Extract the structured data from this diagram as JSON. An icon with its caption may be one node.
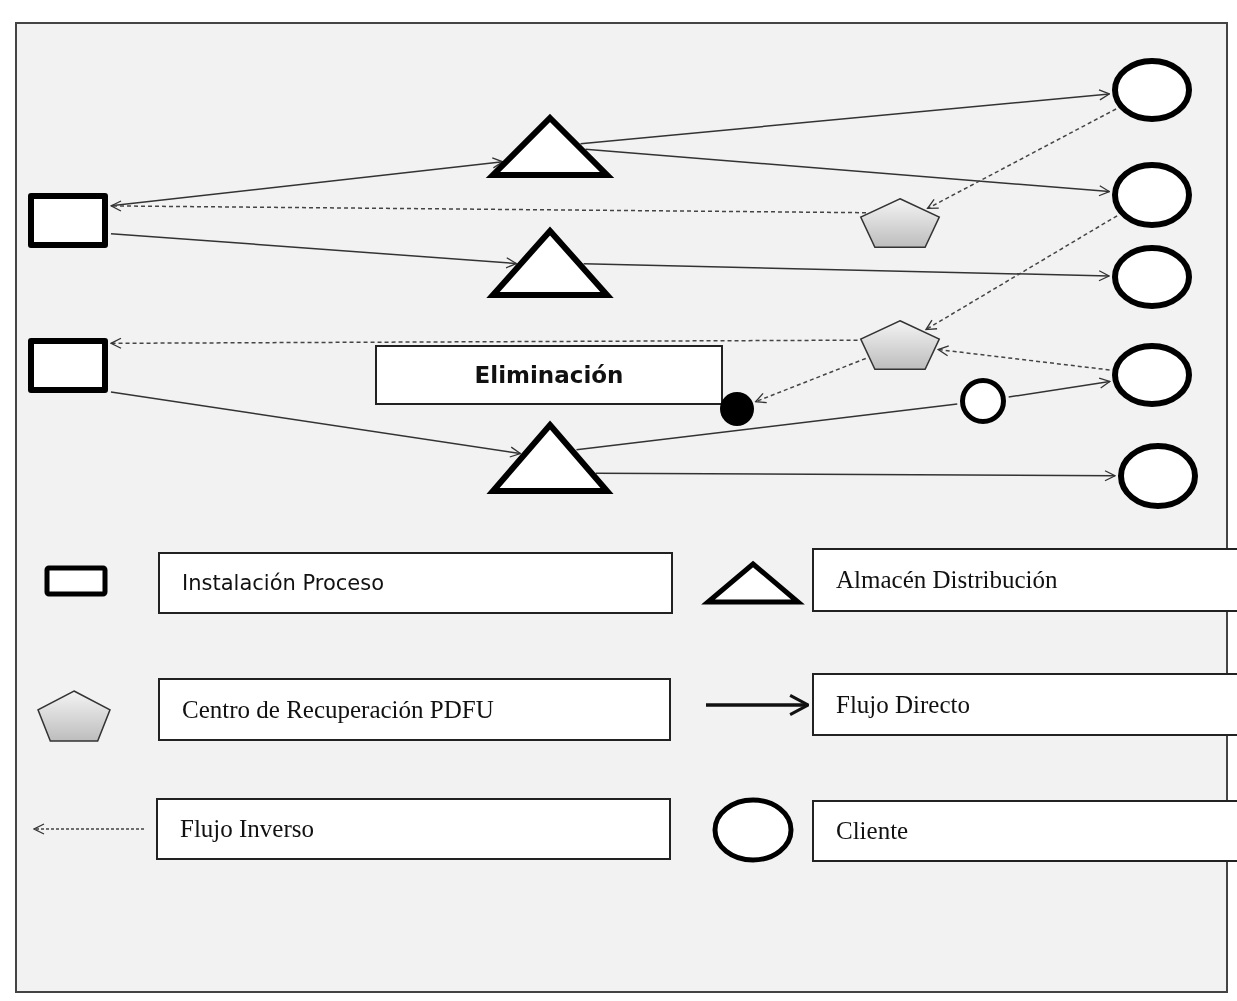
{
  "diagram": {
    "nodes": [
      {
        "text": [],
        "shape": "box"
      },
      {
        "text": [],
        "shape": "box"
      },
      {
        "text": [],
        "shape": "triangle"
      },
      {
        "text": [],
        "shape": "triangle"
      },
      {
        "text": [],
        "shape": "triangle"
      },
      {
        "text": [],
        "shape": "pentagon"
      },
      {
        "text": [],
        "shape": "pentagon"
      },
      {
        "text": [
          "Eliminación"
        ]
      },
      {
        "text": [],
        "shape": "dot"
      },
      {
        "text": [],
        "shape": "circle"
      },
      {
        "text": [],
        "shape": "circle"
      },
      {
        "text": [],
        "shape": "circle"
      },
      {
        "text": [],
        "shape": "circle"
      },
      {
        "text": [],
        "shape": "circle"
      },
      {
        "text": [],
        "shape": "circle"
      }
    ],
    "edges": [
      {
        "from": 0,
        "to": 2,
        "arrow": "to"
      },
      {
        "from": 0,
        "to": 3,
        "arrow": "to"
      },
      {
        "from": 5,
        "to": 0,
        "arrow": "to",
        "style": "dashed"
      },
      {
        "from": 2,
        "to": 10,
        "arrow": "to"
      },
      {
        "from": 2,
        "to": 11,
        "arrow": "to"
      },
      {
        "from": 10,
        "to": 5,
        "arrow": "to",
        "style": "dashed"
      },
      {
        "from": 3,
        "to": 12,
        "arrow": "to"
      },
      {
        "from": 11,
        "to": 6,
        "arrow": "to",
        "style": "dashed"
      },
      {
        "from": 6,
        "to": 1,
        "arrow": "to",
        "style": "dashed"
      },
      {
        "from": 13,
        "to": 6,
        "arrow": "to",
        "style": "dashed"
      },
      {
        "from": 6,
        "to": 8,
        "arrow": "to",
        "style": "dashed"
      },
      {
        "from": 1,
        "to": 4,
        "arrow": "to"
      },
      {
        "from": 4,
        "to": 9,
        "arrow": "none"
      },
      {
        "from": 9,
        "to": 13,
        "arrow": "to"
      },
      {
        "from": 4,
        "to": 14,
        "arrow": "to"
      }
    ],
    "legend": [
      {
        "text": "Instalación Proceso"
      },
      {
        "text": "Almacén Distribución"
      },
      {
        "text": "Centro de Recuperación PDFU"
      },
      {
        "text": "Flujo Directo"
      },
      {
        "text": "Flujo Inverso"
      },
      {
        "text": "Cliente"
      }
    ]
  }
}
